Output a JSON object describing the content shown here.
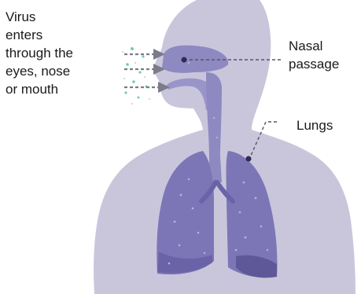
{
  "labels": {
    "entry": {
      "line1": "Virus",
      "line2": "enters",
      "line3": "through the",
      "line4": "eyes, nose",
      "line5": "or mouth"
    },
    "nasal": {
      "line1": "Nasal",
      "line2": "passage"
    },
    "lungs": "Lungs"
  },
  "colors": {
    "body_silhouette": "#c9c6dc",
    "airway": "#8e89c1",
    "lungs": "#7d76b6",
    "lung_shadow": "#5f5898",
    "arrow": "#7b7b8a",
    "leader_line": "#555566",
    "particles": "#6fcfa8"
  },
  "icons": [
    "inhale-arrow-icon",
    "virus-particle-icon"
  ]
}
